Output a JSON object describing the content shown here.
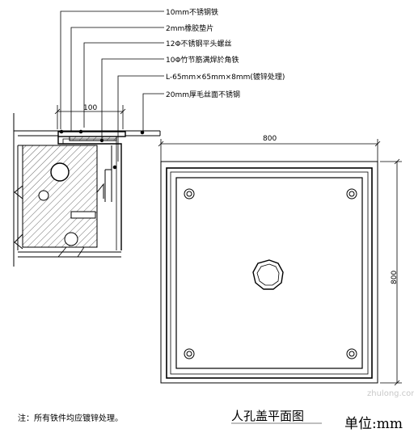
{
  "callouts": [
    "10mm不锈钢铁",
    "2mm橡胶垫片",
    "12Φ不锈钢平头螺丝",
    "10Φ竹节筋满焊於角铁",
    "L-65mm×65mm×8mm(镀锌处理)",
    "20mm厚毛丝面不锈钢"
  ],
  "dimensions": {
    "section_width": "100",
    "plan_width": "800",
    "plan_height": "800"
  },
  "note": "注：所有铁件均应镀锌处理。",
  "title": "人孔盖平面图",
  "unit": "单位:mm",
  "watermark": "zhulong.com"
}
